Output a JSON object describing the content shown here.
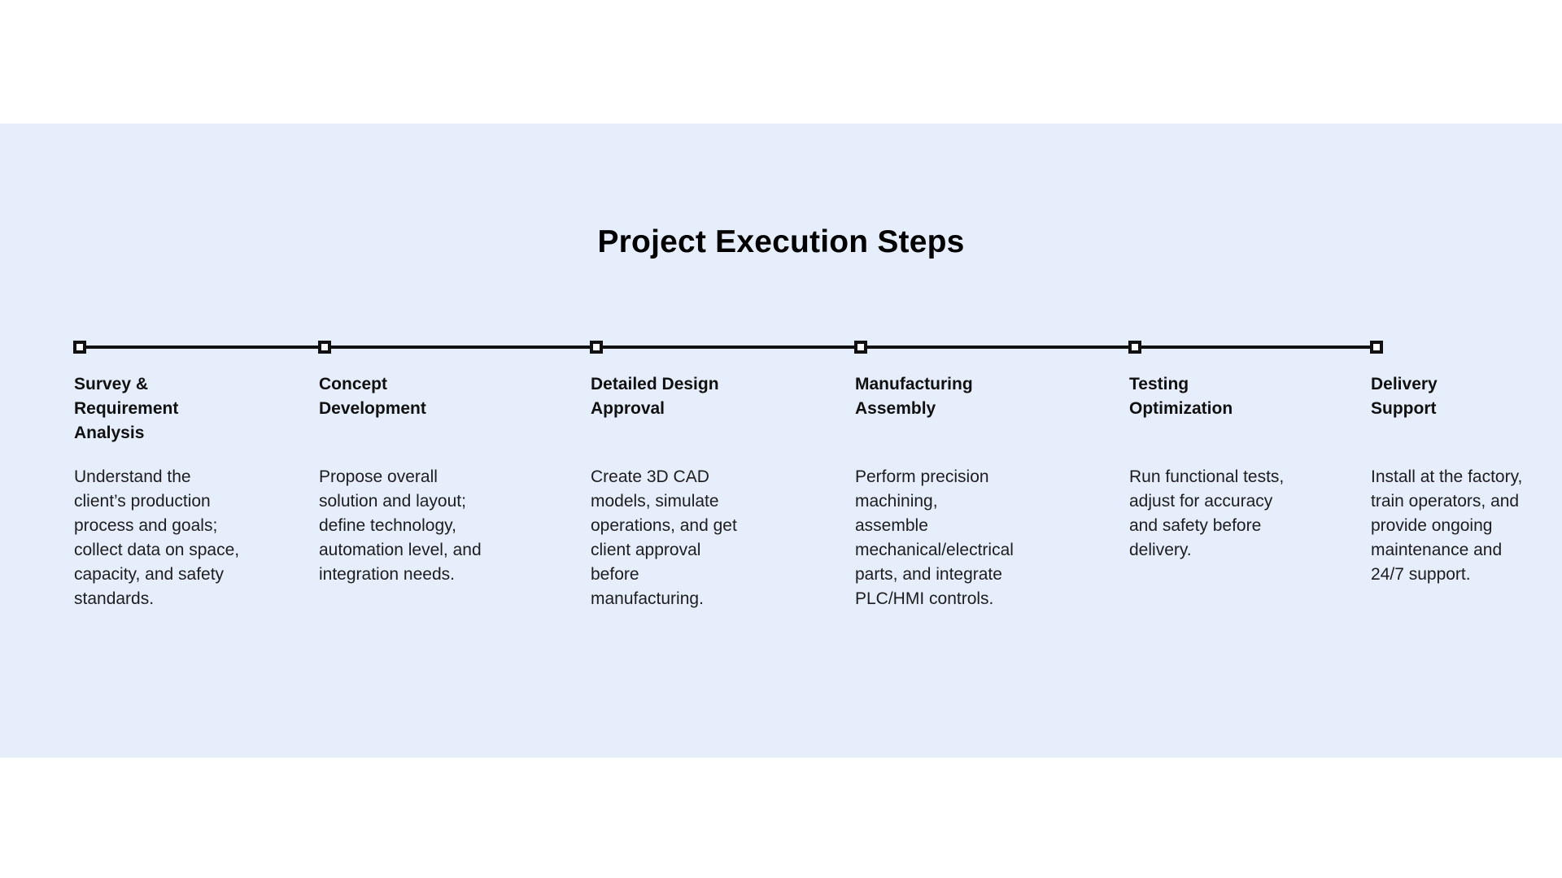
{
  "page": {
    "background_color": "#ffffff",
    "band_color": "#e5eefa",
    "line_color": "#111111",
    "marker_fill": "#ffffff",
    "marker_border_color": "#111111",
    "text_color": "#1d1d1f"
  },
  "title": "Project Execution Steps",
  "steps": [
    {
      "title": "Survey &\nRequirement\nAnalysis",
      "description": "Understand the\nclient’s production\nprocess and goals;\ncollect data on space,\ncapacity, and safety\nstandards."
    },
    {
      "title": "Concept\nDevelopment",
      "description": "Propose overall\nsolution and layout;\ndefine technology,\nautomation level, and\nintegration needs."
    },
    {
      "title": "Detailed Design\nApproval",
      "description": "Create 3D CAD\nmodels, simulate\noperations, and get\nclient approval\nbefore\nmanufacturing."
    },
    {
      "title": "Manufacturing\nAssembly",
      "description": "Perform precision\nmachining,\nassemble\nmechanical/electrical\nparts, and integrate\nPLC/HMI controls."
    },
    {
      "title": "Testing\nOptimization",
      "description": "Run functional tests,\nadjust for accuracy\nand safety before\ndelivery."
    },
    {
      "title": "Delivery\nSupport",
      "description": "Install at the factory,\ntrain operators, and\nprovide ongoing\nmaintenance and\n24/7 support."
    }
  ]
}
